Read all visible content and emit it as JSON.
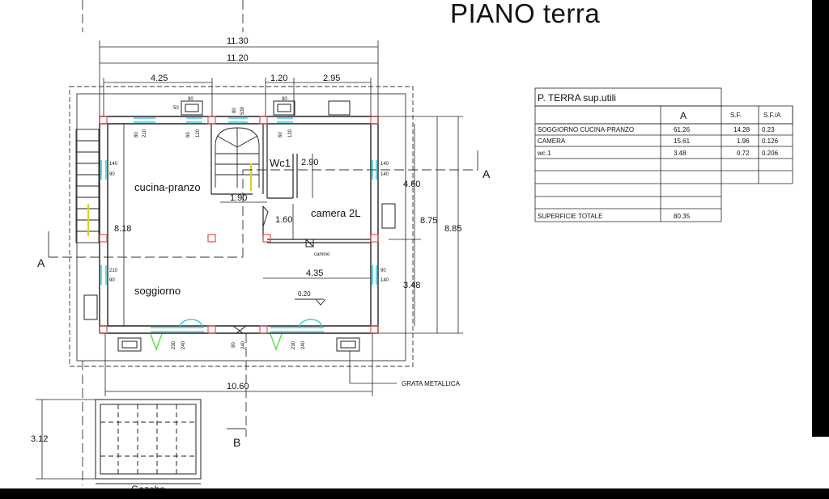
{
  "title": "PIANO terra",
  "rooms": {
    "kitchen": "cucina-pranzo",
    "living": "soggiorno",
    "wc": "Wc1",
    "bedroom": "camera 2L",
    "gazebo": "Gazebo"
  },
  "labels": {
    "fireplace": "camino",
    "grate": "GRATA METALLICA",
    "section_a": "A",
    "section_b": "B",
    "level": "0.20"
  },
  "dimensions": {
    "overall_top_outer": "11.30",
    "overall_top_inner": "11.20",
    "top_left": "4.25",
    "top_mid": "1.20",
    "top_right": "2.95",
    "left_height": "8.18",
    "right_inner": "8.75",
    "right_outer": "8.85",
    "bedroom_depth": "4.60",
    "living_right": "3.48",
    "wc_height": "2.90",
    "wc_width": "1.90",
    "passage": "1.60",
    "bedroom_width": "4.35",
    "bottom_overall": "10.60",
    "gazebo_depth": "3.12"
  },
  "openings": {
    "w90": "90",
    "w50": "50",
    "w80": "80",
    "w530": "530",
    "w60": "60",
    "w120": "120",
    "w210": "210",
    "w140": "140",
    "w230": "230",
    "w240": "240"
  },
  "table": {
    "title": "P.  TERRA  sup.utili",
    "headers": [
      "",
      "A",
      "S.F.",
      "S.F./A"
    ],
    "rows": [
      [
        "SOGGIORNO  CUCINA-PRANZO",
        "61.26",
        "14.28",
        "0.23"
      ],
      [
        "CAMERA",
        "15.61",
        "1.96",
        "0.126"
      ],
      [
        "wc.1",
        "3.48",
        "0.72",
        "0.206"
      ],
      [
        "",
        "",
        "",
        ""
      ],
      [
        "",
        "",
        "",
        ""
      ],
      [
        "",
        "",
        "",
        ""
      ]
    ],
    "total_label": "SUPERFICIE TOTALE",
    "total_value": "80.35"
  },
  "colors": {
    "wall": "#222222",
    "window": "#22c4d4",
    "door": "#55dd44",
    "column": "#e05050",
    "stair_marker": "#d8d020"
  }
}
